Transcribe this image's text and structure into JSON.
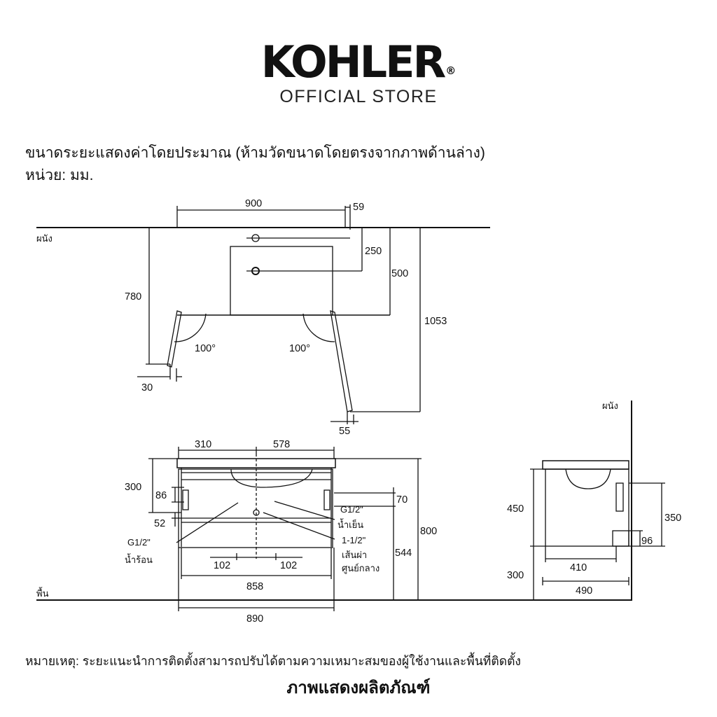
{
  "header": {
    "brand": "KOHLER",
    "registered_mark": "®",
    "subtitle": "OFFICIAL STORE"
  },
  "intro": {
    "line1": "ขนาดระยะแสดงค่าโดยประมาณ (ห้ามวัดขนาดโดยตรงจากภาพด้านล่าง)",
    "line2": "หน่วย: มม."
  },
  "top_view": {
    "wall_label": "ผนัง",
    "dims": {
      "width": "900",
      "edge_offset": "59",
      "hole_offset": "250",
      "depth": "500",
      "left_door_reach": "780",
      "right_door_reach": "1053",
      "left_door_thickness": "30",
      "right_door_thickness": "55",
      "left_swing_angle": "100°",
      "right_swing_angle": "100°"
    }
  },
  "front_view": {
    "floor_label": "พื้น",
    "dims": {
      "left_to_center": "310",
      "center_to_right": "578",
      "top_to_pipe": "300",
      "pipe_spacing": "86",
      "pipe_low": "52",
      "drain_right": "70",
      "height_total": "800",
      "drain_height": "544",
      "drain_left": "102",
      "drain_right_offset": "102",
      "inner_width": "858",
      "overall_width": "890"
    },
    "labels": {
      "hot_size": "G1/2\"",
      "hot_name": "น้ำร้อน",
      "cold_size": "G1/2\"",
      "cold_name": "น้ำเย็น",
      "drain_size": "1-1/2\"",
      "drain_name_1": "เส้นผ่า",
      "drain_name_2": "ศูนย์กลาง"
    }
  },
  "side_view": {
    "wall_label": "ผนัง",
    "dims": {
      "cabinet_height": "450",
      "floor_clearance": "300",
      "bracket_height": "350",
      "bracket_low": "96",
      "inner_depth": "410",
      "overall_depth": "490"
    }
  },
  "footer": {
    "note": "หมายเหตุ: ระยะแนะนำการติดตั้งสามารถปรับได้ตามความเหมาะสมของผู้ใช้งานและพื้นที่ติดตั้ง",
    "caption": "ภาพแสดงผลิตภัณฑ์"
  }
}
